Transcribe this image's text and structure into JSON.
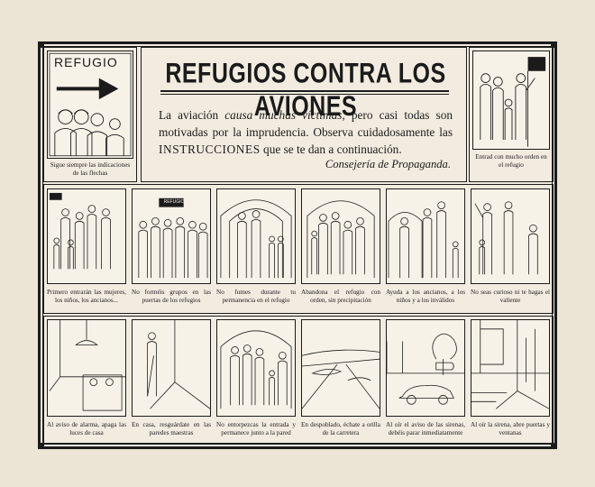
{
  "header": {
    "sign_label": "REFUGIO",
    "title": "REFUGIOS CONTRA LOS AVIONES",
    "intro_pre": "La aviación ",
    "intro_emph": "causa muchas víctimas,",
    "intro_post": " pero casi todas son motivadas por la imprudencia. Observa cuidadosamente las ",
    "intro_caps": "INSTRUCCIONES",
    "intro_end": " que se te dan a continuación.",
    "signature": "Consejería de Propaganda."
  },
  "top_left_caption": "Sigue siempre las indicaciones de las flechas",
  "top_right_caption": "Entrad con mucho orden en el refugio",
  "panel_sign_text": "REFUGIO",
  "row1": [
    "Primero entrarán las mujeres, los niños, los ancianos...",
    "No forméis grupos en las puertas de los refugios",
    "No fumes durante tu permanencia en el refugio",
    "Abandona el refugio con orden, sin precipitación",
    "Ayuda a los ancianos, a los niños y a los inválidos",
    "No seas curioso ni te hagas el valiente"
  ],
  "row2": [
    "Al aviso de alarma, apaga las luces de casa",
    "En casa, resguárdate en las paredes maestras",
    "No entorpezcas la entrada y permanece junto a la pared",
    "En despoblado, échate a orilla de la carretera",
    "Al oír el aviso de las sirenas, debéis parar inmediatamente",
    "Al oír la sirena, abre puertas y ventanas"
  ],
  "colors": {
    "paper": "#ece4d4",
    "ink": "#1b1b1b",
    "panel": "#f7f2e8"
  }
}
